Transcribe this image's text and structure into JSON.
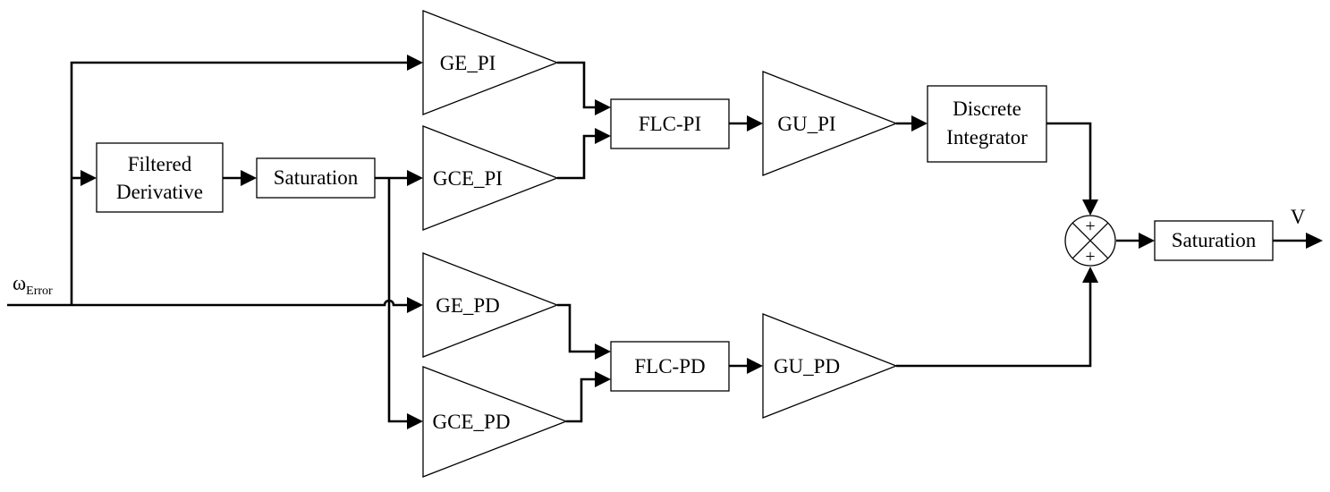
{
  "input": {
    "symbol": "ω",
    "subscript": "Error"
  },
  "output": {
    "label": "V"
  },
  "blocks": {
    "filtered_derivative": {
      "line1": "Filtered",
      "line2": "Derivative"
    },
    "saturation_1": "Saturation",
    "ge_pi": "GE_PI",
    "gce_pi": "GCE_PI",
    "flc_pi": "FLC-PI",
    "gu_pi": "GU_PI",
    "discrete_integrator": {
      "line1": "Discrete",
      "line2": "Integrator"
    },
    "ge_pd": "GE_PD",
    "gce_pd": "GCE_PD",
    "flc_pd": "FLC-PD",
    "gu_pd": "GU_PD",
    "saturation_2": "Saturation"
  },
  "sum": {
    "sign_top": "+",
    "sign_bottom": "+"
  }
}
